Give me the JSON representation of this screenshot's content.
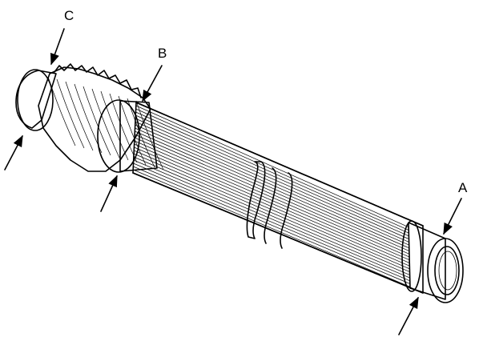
{
  "figure": {
    "labels": {
      "a": "A",
      "b": "B",
      "c": "C"
    }
  },
  "colors": {
    "ink": "#000000",
    "paper": "#ffffff"
  }
}
